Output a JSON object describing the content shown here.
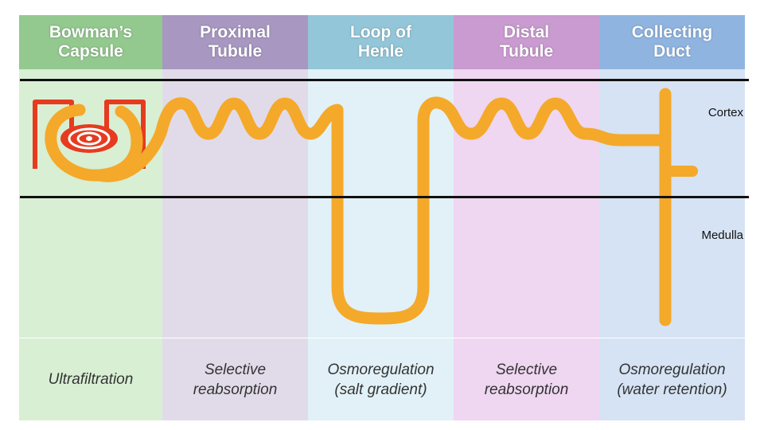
{
  "colors": {
    "tube": "#f4a92a",
    "capillary": "#e63b1f",
    "line": "#111111"
  },
  "columns": [
    {
      "title": "Bowman’s\nCapsule",
      "function": "Ultrafiltration",
      "header_color": "#93c98f",
      "body_color": "#d8efd4",
      "footer_color": "#d8efd4"
    },
    {
      "title": "Proximal\nTubule",
      "function": "Selective\nreabsorption",
      "header_color": "#a797c1",
      "body_color": "#e1dbe9",
      "footer_color": "#e1dbe9"
    },
    {
      "title": "Loop of\nHenle",
      "function": "Osmoregulation\n(salt gradient)",
      "header_color": "#93c6d8",
      "body_color": "#e1f1f7",
      "footer_color": "#e1f1f7"
    },
    {
      "title": "Distal\nTubule",
      "function": "Selective\nreabsorption",
      "header_color": "#c99bd0",
      "body_color": "#efd6f1",
      "footer_color": "#efd6f1"
    },
    {
      "title": "Collecting\nDuct",
      "function": "Osmoregulation\n(water retention)",
      "header_color": "#8fb4e0",
      "body_color": "#d5e3f4",
      "footer_color": "#d5e3f4"
    }
  ],
  "zones": {
    "cortex": "Cortex",
    "medulla": "Medulla"
  }
}
